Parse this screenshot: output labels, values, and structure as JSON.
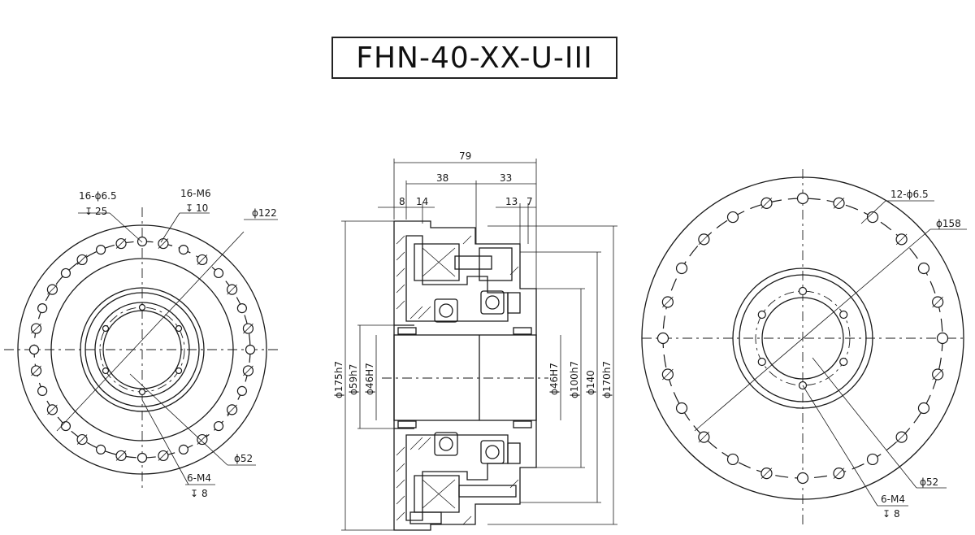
{
  "title": "FHN-40-XX-U-III",
  "left_view": {
    "callout_holes_a": "16-ϕ6.5",
    "callout_holes_a_depth": "25",
    "callout_holes_b": "16-M6",
    "callout_holes_b_depth": "10",
    "dia_122": "ϕ122",
    "dia_52": "ϕ52",
    "callout_m4": "6-M4",
    "callout_m4_depth": "8"
  },
  "section_view": {
    "dim_79": "79",
    "dim_38": "38",
    "dim_33": "33",
    "dim_8": "8",
    "dim_14": "14",
    "dim_13": "13",
    "dim_7": "7",
    "dia_175h7": "ϕ175h7",
    "dia_59h7": "ϕ59h7",
    "dia_46H7_left": "ϕ46H7",
    "dia_46H7_right": "ϕ46H7",
    "dia_100h7": "ϕ100h7",
    "dia_140": "ϕ140",
    "dia_170h7": "ϕ170h7"
  },
  "right_view": {
    "callout_holes": "12-ϕ6.5",
    "dia_158": "ϕ158",
    "dia_52": "ϕ52",
    "callout_m4": "6-M4",
    "callout_m4_depth": "8"
  },
  "depth_symbol": "↧"
}
